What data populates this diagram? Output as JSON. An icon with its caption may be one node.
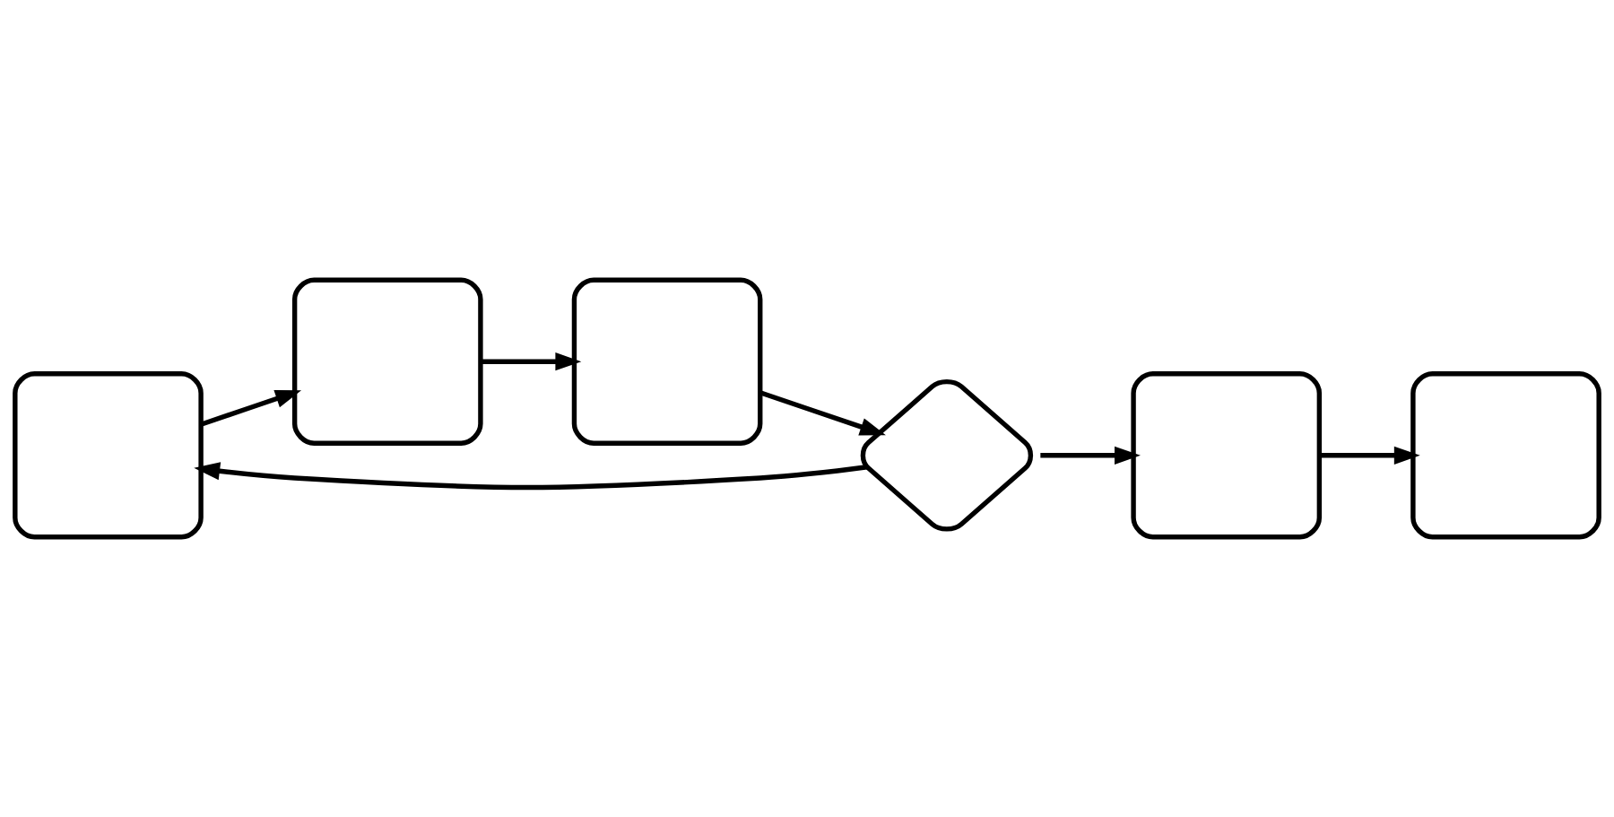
{
  "diagram": {
    "nodes": [
      {
        "text": [],
        "shape": "box"
      },
      {
        "text": [],
        "shape": "box"
      },
      {
        "text": [],
        "shape": "box"
      },
      {
        "text": [],
        "shape": "diamond"
      },
      {
        "text": [],
        "shape": "box"
      },
      {
        "text": [],
        "shape": "box"
      }
    ],
    "edges": [
      {
        "from": 0,
        "to": 1,
        "arrow": "to"
      },
      {
        "from": 1,
        "to": 2,
        "arrow": "to"
      },
      {
        "from": 2,
        "to": 3,
        "arrow": "to"
      },
      {
        "from": 3,
        "to": 5,
        "arrow": "to"
      },
      {
        "from": 5,
        "to": 4,
        "arrow": "to"
      },
      {
        "from": 3,
        "to": 0,
        "arrow": "to"
      }
    ]
  }
}
